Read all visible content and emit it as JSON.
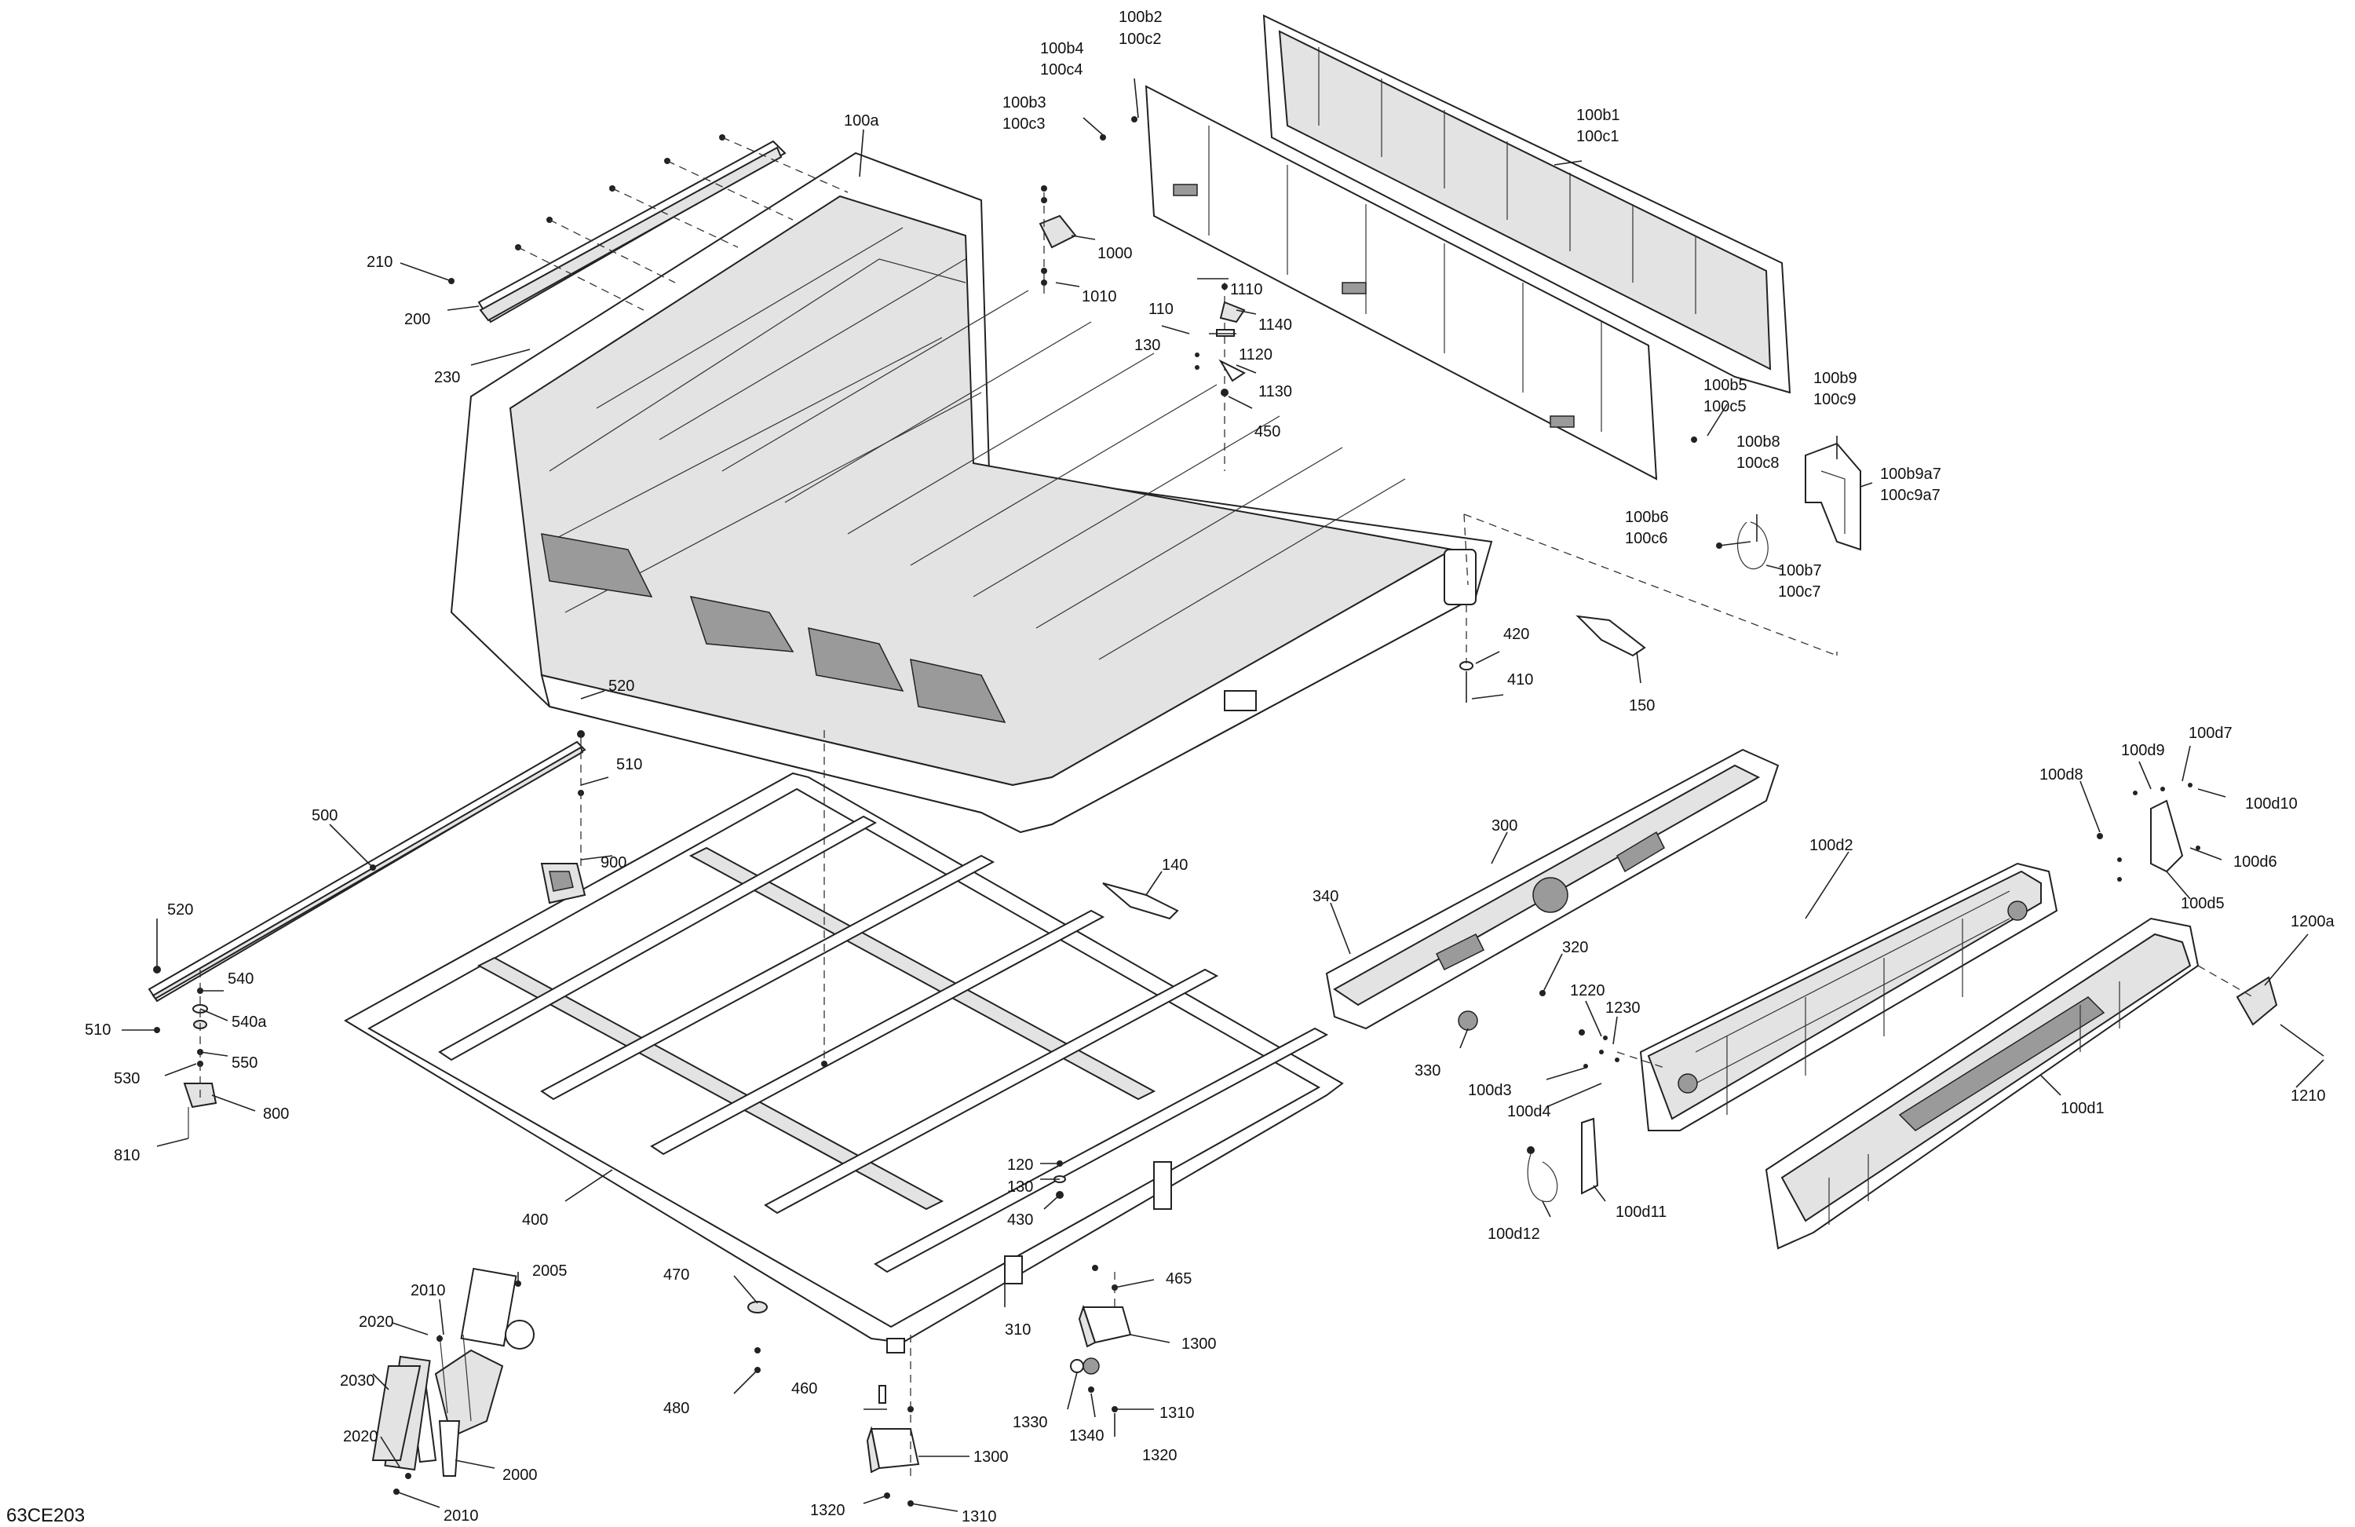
{
  "diagram": {
    "code": "63CE203",
    "callouts": {
      "c100a": "100a",
      "c100b2": "100b2",
      "c100c2": "100c2",
      "c100b4": "100b4",
      "c100c4": "100c4",
      "c100b3": "100b3",
      "c100c3": "100c3",
      "c100b1": "100b1",
      "c100c1": "100c1",
      "c100b5": "100b5",
      "c100c5": "100c5",
      "c100b9": "100b9",
      "c100c9": "100c9",
      "c100b8": "100b8",
      "c100c8": "100c8",
      "c100b9a7": "100b9a7",
      "c100c9a7": "100c9a7",
      "c100b6": "100b6",
      "c100c6": "100c6",
      "c100b7": "100b7",
      "c100c7": "100c7",
      "c1000": "1000",
      "c1010": "1010",
      "c110": "110",
      "c1110": "1110",
      "c1140": "1140",
      "c130a": "130",
      "c1120": "1120",
      "c1130": "1130",
      "c450": "450",
      "c210": "210",
      "c200": "200",
      "c230": "230",
      "c420": "420",
      "c410": "410",
      "c150": "150",
      "c520a": "520",
      "c510a": "510",
      "c500": "500",
      "c900": "900",
      "c520b": "520",
      "c540": "540",
      "c540a": "540a",
      "c510b": "510",
      "c550": "550",
      "c530": "530",
      "c800": "800",
      "c810": "810",
      "c140": "140",
      "c400": "400",
      "c120": "120",
      "c130b": "130",
      "c430": "430",
      "c310": "310",
      "c470": "470",
      "c480": "480",
      "c465": "465",
      "c1300a": "1300",
      "c460": "460",
      "c1310a": "1310",
      "c1330": "1330",
      "c1340": "1340",
      "c1320a": "1320",
      "c1300b": "1300",
      "c1320b": "1320",
      "c1310b": "1310",
      "c2010a": "2010",
      "c2005": "2005",
      "c2020a": "2020",
      "c2030": "2030",
      "c2020b": "2020",
      "c2000": "2000",
      "c2010b": "2010",
      "c300": "300",
      "c340": "340",
      "c320": "320",
      "c330": "330",
      "c1220": "1220",
      "c1230": "1230",
      "c100d3": "100d3",
      "c100d4": "100d4",
      "c100d2": "100d2",
      "c100d1": "100d1",
      "c100d12": "100d12",
      "c100d11": "100d11",
      "c100d8": "100d8",
      "c100d9": "100d9",
      "c100d7": "100d7",
      "c100d10": "100d10",
      "c100d6": "100d6",
      "c100d5": "100d5",
      "c1200a": "1200a",
      "c1210": "1210"
    }
  }
}
